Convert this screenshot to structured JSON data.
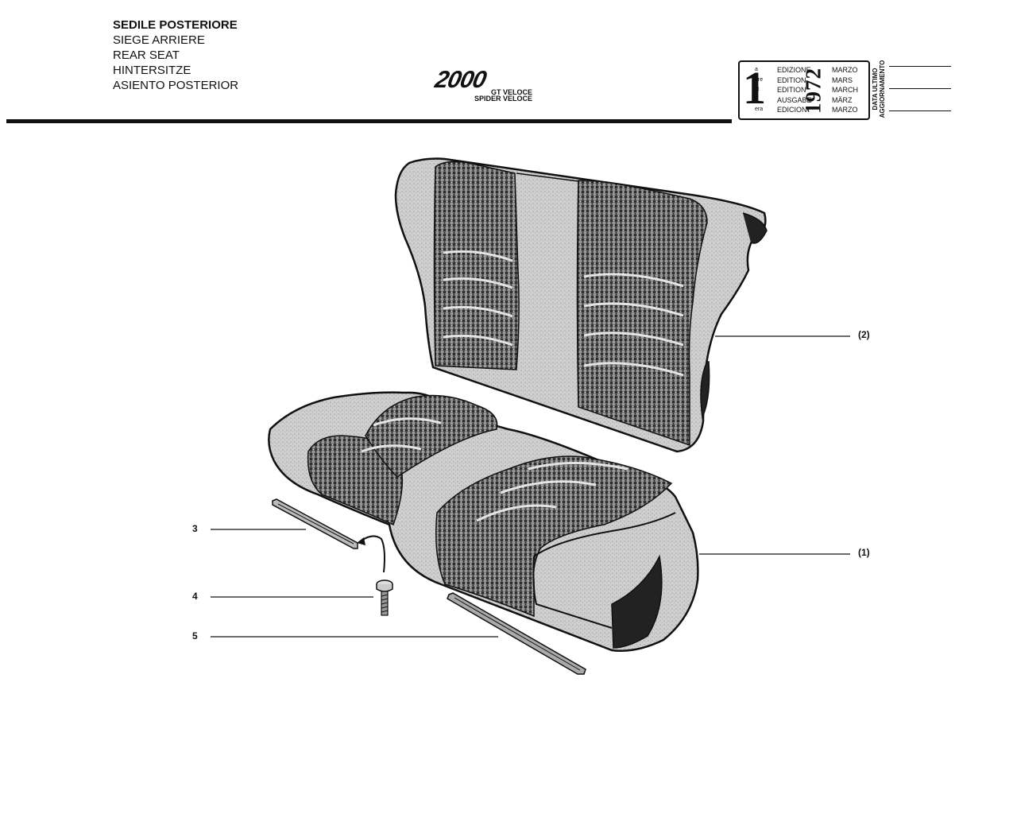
{
  "header": {
    "titles": [
      "SEDILE POSTERIORE",
      "SIEGE ARRIERE",
      "REAR SEAT",
      "HINTERSITZE",
      "ASIENTO POSTERIOR"
    ],
    "logo": {
      "brand": "2000",
      "line1": "GT VELOCE",
      "line2": "SPIDER VELOCE"
    }
  },
  "edition": {
    "number": "1",
    "superscripts": [
      "a",
      "ere",
      "st",
      ".",
      "era"
    ],
    "words": [
      "EDIZIONE",
      "EDITION",
      "EDITION",
      "AUSGABE",
      "EDICION"
    ],
    "year": "1972",
    "months": [
      "MARZO",
      "MARS",
      "MARCH",
      "MÄRZ",
      "MARZO"
    ]
  },
  "last_update": {
    "label_line1": "DATA ULTIMO",
    "label_line2": "AGGIORNAMENTO"
  },
  "callouts": {
    "backrest": "(2)",
    "cushion": "(1)",
    "part3": "3",
    "part4": "4",
    "part5": "5"
  },
  "colors": {
    "ink": "#111111",
    "upholstery_light": "#d4d4d4",
    "upholstery_dark": "#555555"
  }
}
